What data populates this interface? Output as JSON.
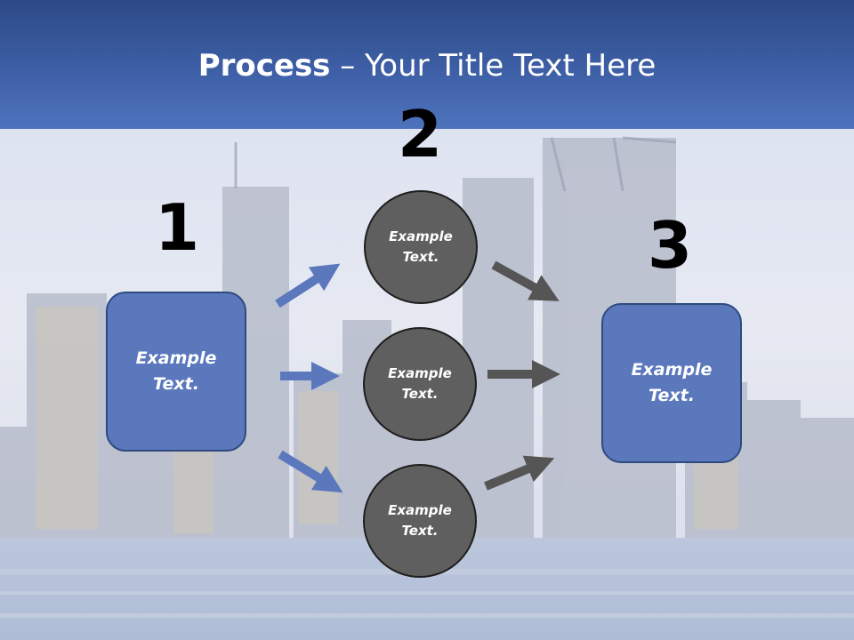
{
  "title": {
    "bold": "Process",
    "rest": " – Your Title Text Here"
  },
  "numbers": {
    "n1": "1",
    "n2": "2",
    "n3": "3"
  },
  "step1": {
    "text": "Example Text."
  },
  "step2": {
    "items": [
      "Example Text.",
      "Example Text.",
      "Example Text."
    ]
  },
  "step3": {
    "text": "Example Text."
  },
  "colors": {
    "title_band": "#3e5fa6",
    "box_fill": "#5b78bd",
    "circle_fill": "#5f5f5f",
    "arrow_blue": "#5b78bd",
    "arrow_gray": "#555555"
  }
}
